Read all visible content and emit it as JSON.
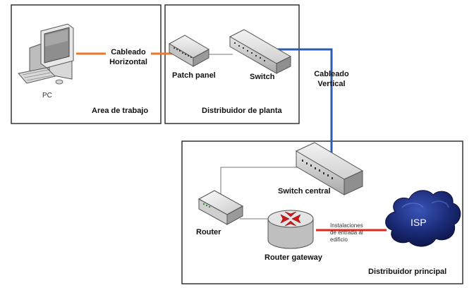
{
  "areas": {
    "work_area": "Area de trabajo",
    "floor_distributor": "Distribuidor de planta",
    "main_distributor": "Distribuidor principal"
  },
  "devices": {
    "pc": "PC",
    "patch_panel": "Patch panel",
    "switch": "Switch",
    "switch_central": "Switch central",
    "router": "Router",
    "router_gateway": "Router gateway",
    "isp": "ISP"
  },
  "cabling": {
    "horizontal_line1": "Cableado",
    "horizontal_line2": "Horizontal",
    "vertical_line1": "Cableado",
    "vertical_line2": "Vertical",
    "entrance_line1": "Instalaciones",
    "entrance_line2": "de entrada al",
    "entrance_line3": "edificio"
  },
  "colors": {
    "horizontal_cable": "#e8782a",
    "vertical_cable": "#2a5db0",
    "entrance_cable": "#e0281e",
    "isp_cloud": "#1a2a6e"
  }
}
